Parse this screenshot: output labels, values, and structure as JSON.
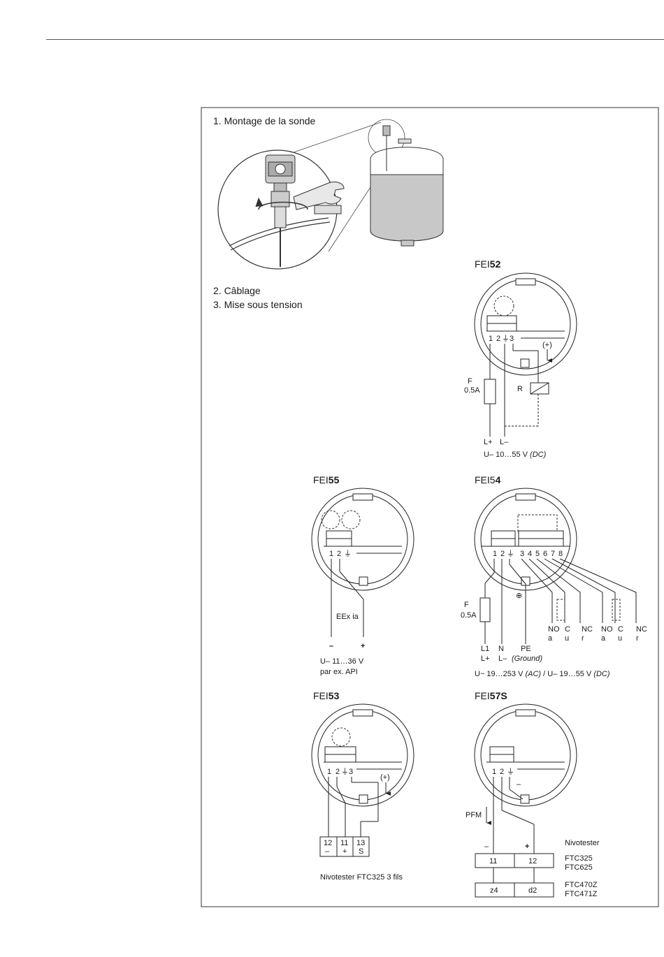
{
  "steps": {
    "mounting": "1. Montage de la sonde",
    "wiring": "2. Câblage",
    "power": "3. Mise sous tension"
  },
  "fei52": {
    "title_prefix": "FEI",
    "title_num": "52",
    "terminals": [
      "1",
      "2",
      "⏚",
      "3"
    ],
    "fuse_f": "F",
    "fuse_rating": "0.5A",
    "relay": "R",
    "polarity": "(+)",
    "l_plus": "L+",
    "l_minus": "L–",
    "supply_prefix": "U– 10…55 V ",
    "supply_type": "(DC)"
  },
  "fei55": {
    "title_prefix": "FEI",
    "title_num": "55",
    "terminals": [
      "1",
      "2",
      "⏚"
    ],
    "eex": "EEx ia",
    "minus": "–",
    "plus": "+",
    "supply": "U– 11…36 V",
    "supply_example": "par ex. API"
  },
  "fei54": {
    "title_prefix": "FEI",
    "title_num": "4",
    "title_full_prefix": "FEI5",
    "terminals": [
      "1",
      "2",
      "⏚",
      "3",
      "4",
      "5",
      "6",
      "7",
      "8"
    ],
    "fuse_f": "F",
    "fuse_rating": "0.5A",
    "ground_symbol": "⊕",
    "relay_labels_top": [
      "NO",
      "C",
      "NC",
      "NO",
      "C",
      "NC"
    ],
    "relay_labels_bottom": [
      "a",
      "u",
      "r",
      "a",
      "u",
      "r"
    ],
    "l1": "L1",
    "n": "N",
    "pe": "PE",
    "l_plus": "L+",
    "l_minus": "L–",
    "ground": "(Ground)",
    "supply_ac_prefix": "U~ 19…253 V ",
    "supply_ac_type": "(AC)",
    "supply_dc_prefix": " / U– 19…55 V ",
    "supply_dc_type": "(DC)"
  },
  "fei53": {
    "title_prefix": "FEI",
    "title_num": "53",
    "terminals": [
      "1",
      "2",
      "⏚",
      "3"
    ],
    "polarity": "(+)",
    "nivo_terms_top": [
      "12",
      "11",
      "13"
    ],
    "nivo_terms_bottom": [
      "–",
      "+",
      "S"
    ],
    "caption": "Nivotester FTC325 3 fils"
  },
  "fei57s": {
    "title_prefix": "FEI",
    "title_num": "57S",
    "terminals": [
      "1",
      "2",
      "⏚"
    ],
    "inner_minus": "–",
    "pfm": "PFM",
    "minus": "–",
    "plus": "+",
    "nivotester": "Nivotester",
    "row1": [
      "11",
      "12"
    ],
    "row1_models": [
      "FTC325",
      "FTC625"
    ],
    "row2": [
      "z4",
      "d2"
    ],
    "row2_models": [
      "FTC470Z",
      "FTC471Z"
    ]
  }
}
